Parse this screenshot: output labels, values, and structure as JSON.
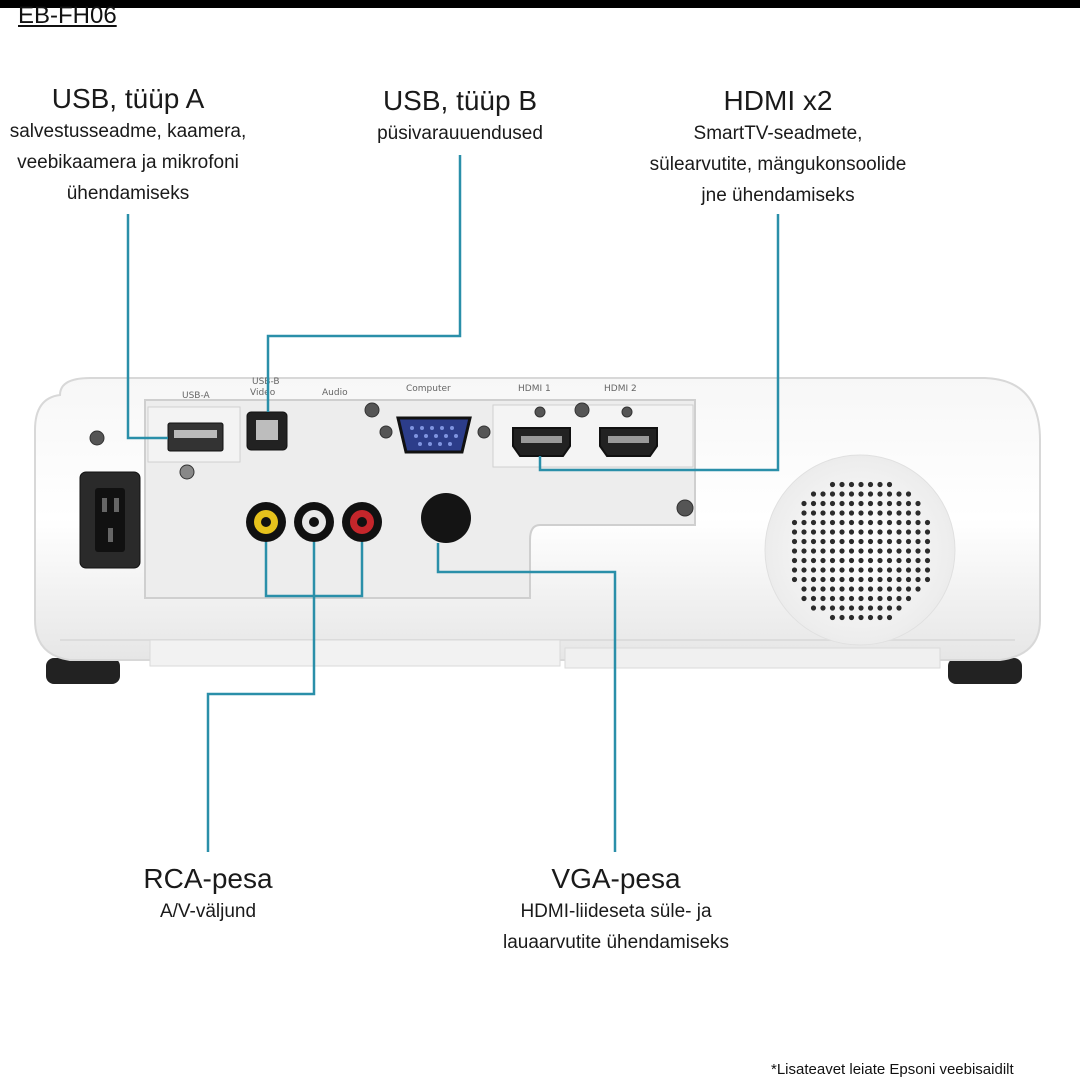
{
  "model": "EB-FH06",
  "accent_line_color": "#2a8fa9",
  "callouts": {
    "usb_a": {
      "title": "USB, tüüp A",
      "desc": [
        "salvestusseadme, kaamera,",
        "veebikaamera ja mikrofoni",
        "ühendamiseks"
      ]
    },
    "usb_b": {
      "title": "USB, tüüp B",
      "desc": [
        "püsivarauuendused"
      ]
    },
    "hdmi": {
      "title": "HDMI x2",
      "desc": [
        "SmartTV-seadmete,",
        "sülearvutite, mängukonsoolide",
        "jne ühendamiseks"
      ]
    },
    "rca": {
      "title": "RCA-pesa",
      "desc": [
        "A/V-väljund"
      ]
    },
    "vga": {
      "title": "VGA-pesa",
      "desc": [
        "HDMI-liideseta süle- ja",
        "lauaarvutite ühendamiseks"
      ]
    }
  },
  "port_labels": {
    "usb_a": "USB-A",
    "usb_b": "USB-B",
    "video": "Video",
    "audio": "Audio",
    "computer": "Computer",
    "hdmi1": "HDMI 1",
    "hdmi2": "HDMI 2"
  },
  "footnote": "*Lisateavet leiate Epsoni veebisaidilt"
}
